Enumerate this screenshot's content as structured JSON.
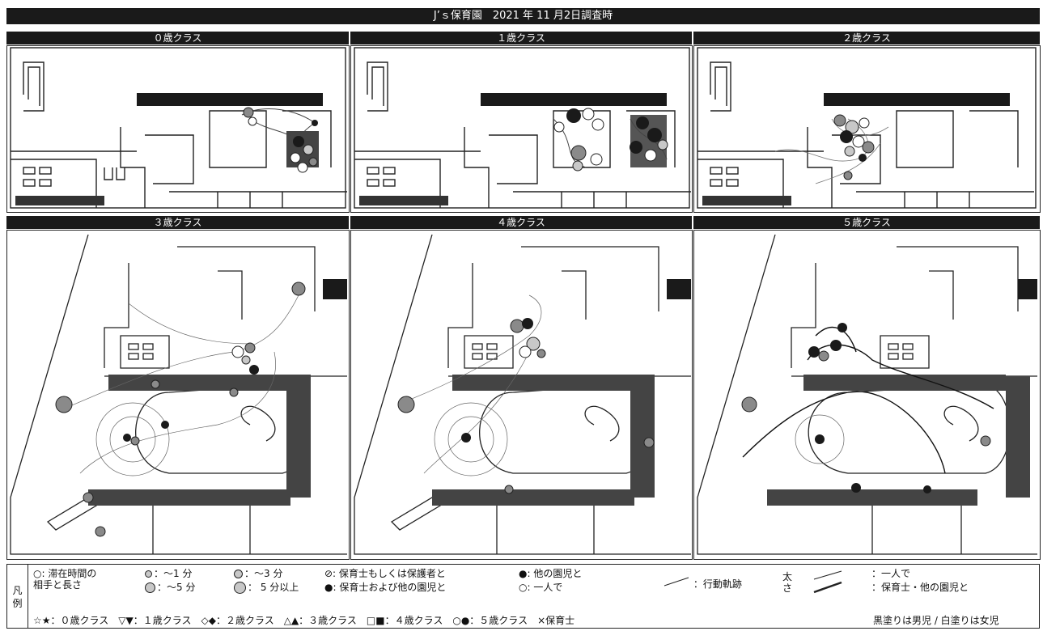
{
  "title": "J’ｓ保育園　2021 年 11 月2日調査時",
  "panels": [
    {
      "label": "０歳クラス"
    },
    {
      "label": "１歳クラス"
    },
    {
      "label": "２歳クラス"
    },
    {
      "label": "３歳クラス"
    },
    {
      "label": "４歳クラス"
    },
    {
      "label": "５歳クラス"
    }
  ],
  "legend": {
    "header": "凡\n例",
    "partner": "○: 滞在時間の\n相手と長さ",
    "dur1": "：～1 分",
    "dur2": "：～3 分",
    "dur3": "：～5 分",
    "dur4": "： 5 分以上",
    "with_teacher": "⊘: 保育士もしくは保護者と",
    "with_both": "●: 保育士および他の園児と",
    "with_children": "●: 他の園児と",
    "alone": "○: 一人で",
    "track_line": "：行動軌跡",
    "thickness": "太\nさ",
    "alone_line": "：一人で",
    "with_others_line": "：保育士・他の園児と",
    "classes": "☆★：０歳クラス　▽▼：１歳クラス　◇◆：２歳クラス　△▲：３歳クラス　□■：４歳クラス　○●：５歳クラス　×保育士",
    "fill_note": "黒塗りは男児 / 白塗りは女児"
  },
  "colors": {
    "dark": "#1a1a1a",
    "mid_gray": "#8a8a8a",
    "light_gray": "#c8c8c8",
    "hatch": "#444444"
  }
}
